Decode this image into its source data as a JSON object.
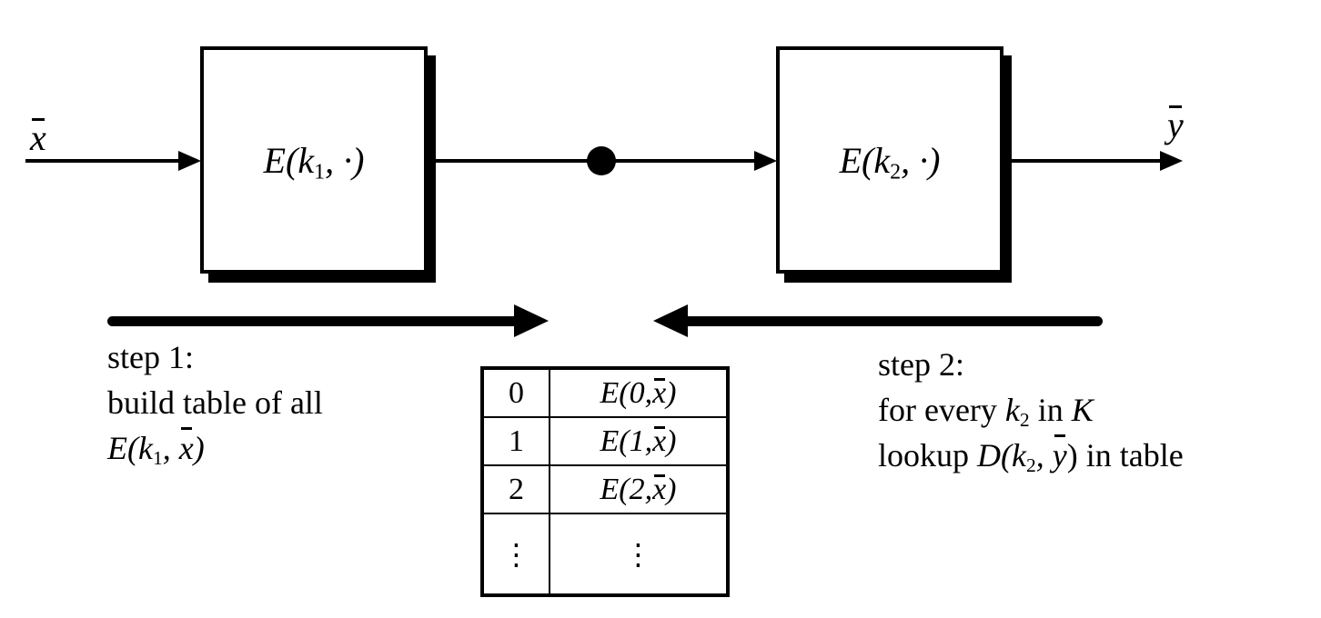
{
  "diagram": {
    "input_var": "x",
    "output_var": "y",
    "box1": {
      "pre": "E(",
      "key": "k",
      "sub": "1",
      "post": ", ·)"
    },
    "box2": {
      "pre": "E(",
      "key": "k",
      "sub": "2",
      "post": ", ·)"
    }
  },
  "step1": {
    "title": "step 1:",
    "line2": "build table of all",
    "math": {
      "pre": "E(",
      "key": "k",
      "sub": "1",
      "mid": ", ",
      "var": "x",
      "post": ")"
    }
  },
  "step2": {
    "title": "step 2:",
    "line2": {
      "pre": "for every ",
      "key": "k",
      "sub": "2",
      "mid": " in ",
      "set": "K"
    },
    "line3": {
      "pre": "lookup ",
      "fn": "D(",
      "key": "k",
      "sub": "2",
      "mid": ", ",
      "var": "y",
      "post": ") in table"
    }
  },
  "table": {
    "rows": [
      {
        "key": "0",
        "pre": "E(0, ",
        "var": "x",
        "post": ")"
      },
      {
        "key": "1",
        "pre": "E(1, ",
        "var": "x",
        "post": ")"
      },
      {
        "key": "2",
        "pre": "E(2, ",
        "var": "x",
        "post": ")"
      }
    ],
    "ellipsis": "⋮"
  }
}
